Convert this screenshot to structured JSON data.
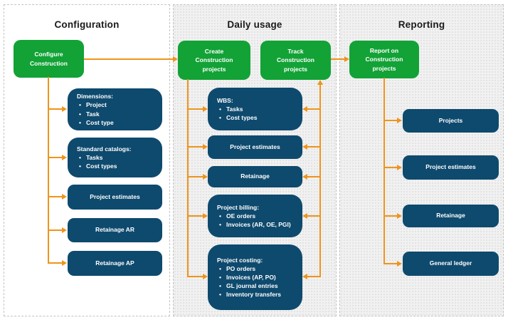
{
  "ui": {
    "bullet": "•"
  },
  "colors": {
    "green": "#12a236",
    "navy": "#0e4a6e",
    "orange": "#f0931b",
    "panel_background": "#f1f1f1",
    "panel_border": "#c3c3c3",
    "title_text": "#1a1a1a"
  },
  "columns": [
    {
      "title": "Configuration",
      "green_boxes": [
        {
          "label": "Configure Construction"
        }
      ],
      "blue_boxes": [
        {
          "title": "Dimensions:",
          "bullets": [
            "Project",
            "Task",
            "Cost type"
          ]
        },
        {
          "title": "Standard catalogs:",
          "bullets": [
            "Tasks",
            "Cost types"
          ]
        },
        {
          "label": "Project estimates"
        },
        {
          "label": "Retainage AR"
        },
        {
          "label": "Retainage AP"
        }
      ]
    },
    {
      "title": "Daily usage",
      "green_boxes": [
        {
          "label": "Create Construction projects"
        },
        {
          "label": "Track Construction projects"
        }
      ],
      "blue_boxes": [
        {
          "title": "WBS:",
          "bullets": [
            "Tasks",
            "Cost types"
          ]
        },
        {
          "label": "Project estimates"
        },
        {
          "label": "Retainage"
        },
        {
          "title": "Project billing:",
          "bullets": [
            "OE orders",
            "Invoices (AR, OE, PGI)"
          ]
        },
        {
          "title": "Project costing:",
          "bullets": [
            "PO orders",
            "Invoices (AP, PO)",
            "GL journal entries",
            "Inventory transfers"
          ]
        }
      ]
    },
    {
      "title": "Reporting",
      "green_boxes": [
        {
          "label": "Report on Construction projects"
        }
      ],
      "blue_boxes": [
        {
          "label": "Projects"
        },
        {
          "label": "Project estimates"
        },
        {
          "label": "Retainage"
        },
        {
          "label": "General ledger"
        }
      ]
    }
  ]
}
